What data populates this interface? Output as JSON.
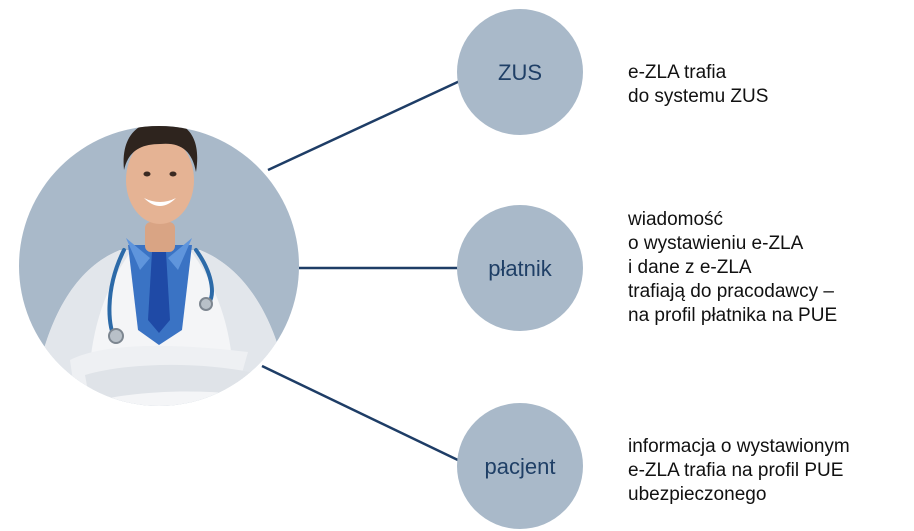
{
  "colors": {
    "circle_fill": "#a9b9c9",
    "connector": "#1e3d66",
    "node_text": "#1f3f66",
    "body_text": "#111111"
  },
  "center": {
    "image": "doctor-illustration"
  },
  "nodes": [
    {
      "label": "ZUS",
      "description_lines": [
        "e-ZLA trafia",
        "do systemu ZUS"
      ]
    },
    {
      "label": "płatnik",
      "description_lines": [
        "wiadomość",
        "o wystawieniu e-ZLA",
        "i dane z e-ZLA",
        "trafiają do pracodawcy –",
        "na profil płatnika na PUE"
      ]
    },
    {
      "label": "pacjent",
      "description_lines": [
        "informacja o wystawionym",
        "e-ZLA trafia na  profil PUE",
        "ubezpieczonego"
      ]
    }
  ]
}
